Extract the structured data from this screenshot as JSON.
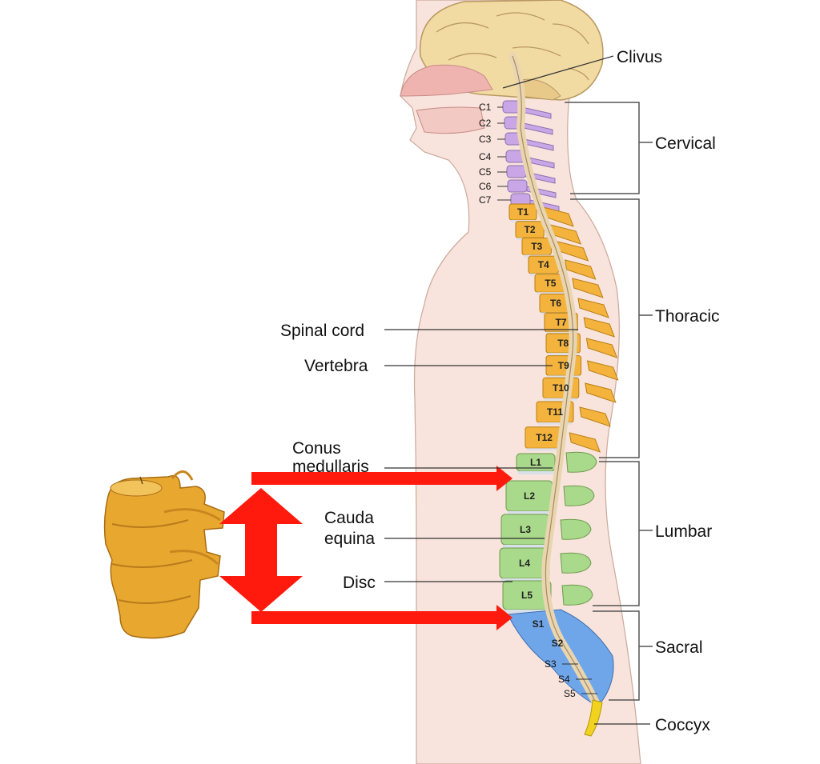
{
  "labels": {
    "clivus": "Clivus",
    "spinal_cord": "Spinal cord",
    "vertebra": "Vertebra",
    "conus_line1": "Conus",
    "conus_line2": "medullaris",
    "cauda_line1": "Cauda",
    "cauda_line2": "equina",
    "disc": "Disc"
  },
  "regions": {
    "cervical": "Cervical",
    "thoracic": "Thoracic",
    "lumbar": "Lumbar",
    "sacral": "Sacral",
    "coccyx": "Coccyx"
  },
  "vertebrae": {
    "cervical": [
      "C1",
      "C2",
      "C3",
      "C4",
      "C5",
      "C6",
      "C7"
    ],
    "thoracic": [
      "T1",
      "T2",
      "T3",
      "T4",
      "T5",
      "T6",
      "T7",
      "T8",
      "T9",
      "T10",
      "T11",
      "T12"
    ],
    "lumbar": [
      "L1",
      "L2",
      "L3",
      "L4",
      "L5"
    ],
    "sacral": [
      "S1",
      "S2",
      "S3",
      "S4",
      "S5"
    ]
  },
  "colors": {
    "cervical": "#c9a6e6",
    "thoracic": "#f3b33d",
    "lumbar": "#a9d98a",
    "sacral": "#6fa6ea",
    "coccyx": "#f1d21f",
    "skin": "#f8e4dc",
    "arrow": "#ff1a0d"
  }
}
